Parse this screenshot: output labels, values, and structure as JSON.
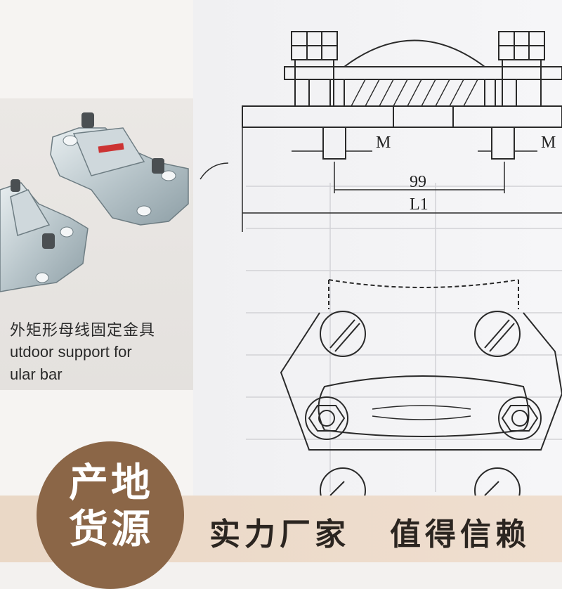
{
  "product_caption": {
    "zh": "外矩形母线固定金具",
    "en_line1": "utdoor support for",
    "en_line2": "ular bar"
  },
  "drawing": {
    "label_m_left": "M",
    "label_m_right": "M",
    "dimension_99": "99",
    "dimension_l1": "L1"
  },
  "banner": {
    "origin_label": "产地货源",
    "slogan_left": "实力厂家",
    "slogan_right": "值得信赖"
  },
  "colors": {
    "badge": "#8b6647",
    "band": "#ead8c6",
    "line": "#2a2a2a"
  }
}
